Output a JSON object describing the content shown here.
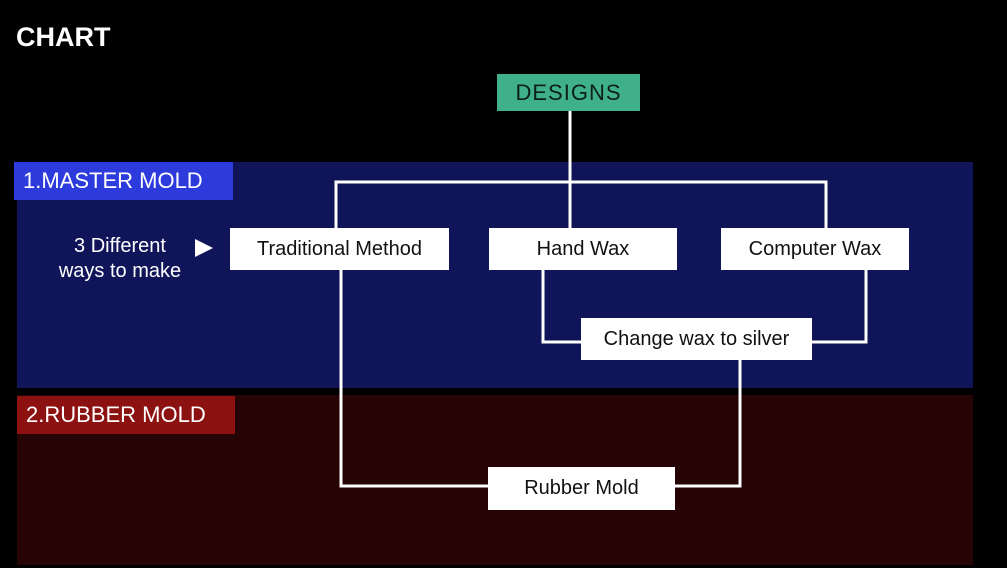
{
  "title": "CHART",
  "stages": {
    "master": "1.MASTER MOLD",
    "rubber": "2.RUBBER MOLD"
  },
  "side_note": {
    "line1": "3 Different",
    "line2": "ways to make"
  },
  "nodes": {
    "designs": "DESIGNS",
    "traditional": "Traditional Method",
    "hand_wax": "Hand Wax",
    "computer_wax": "Computer Wax",
    "change_wax": "Change wax to silver",
    "rubber_mold": "Rubber Mold"
  },
  "colors": {
    "background": "#000000",
    "master_band": "#10155a",
    "master_tag": "#2d3bdc",
    "rubber_band": "#260305",
    "rubber_tag": "#8c1111",
    "designs_box": "#3fb08a",
    "node_box": "#ffffff",
    "connector": "#ffffff"
  },
  "icons": {
    "pointer": "right-triangle-icon"
  }
}
